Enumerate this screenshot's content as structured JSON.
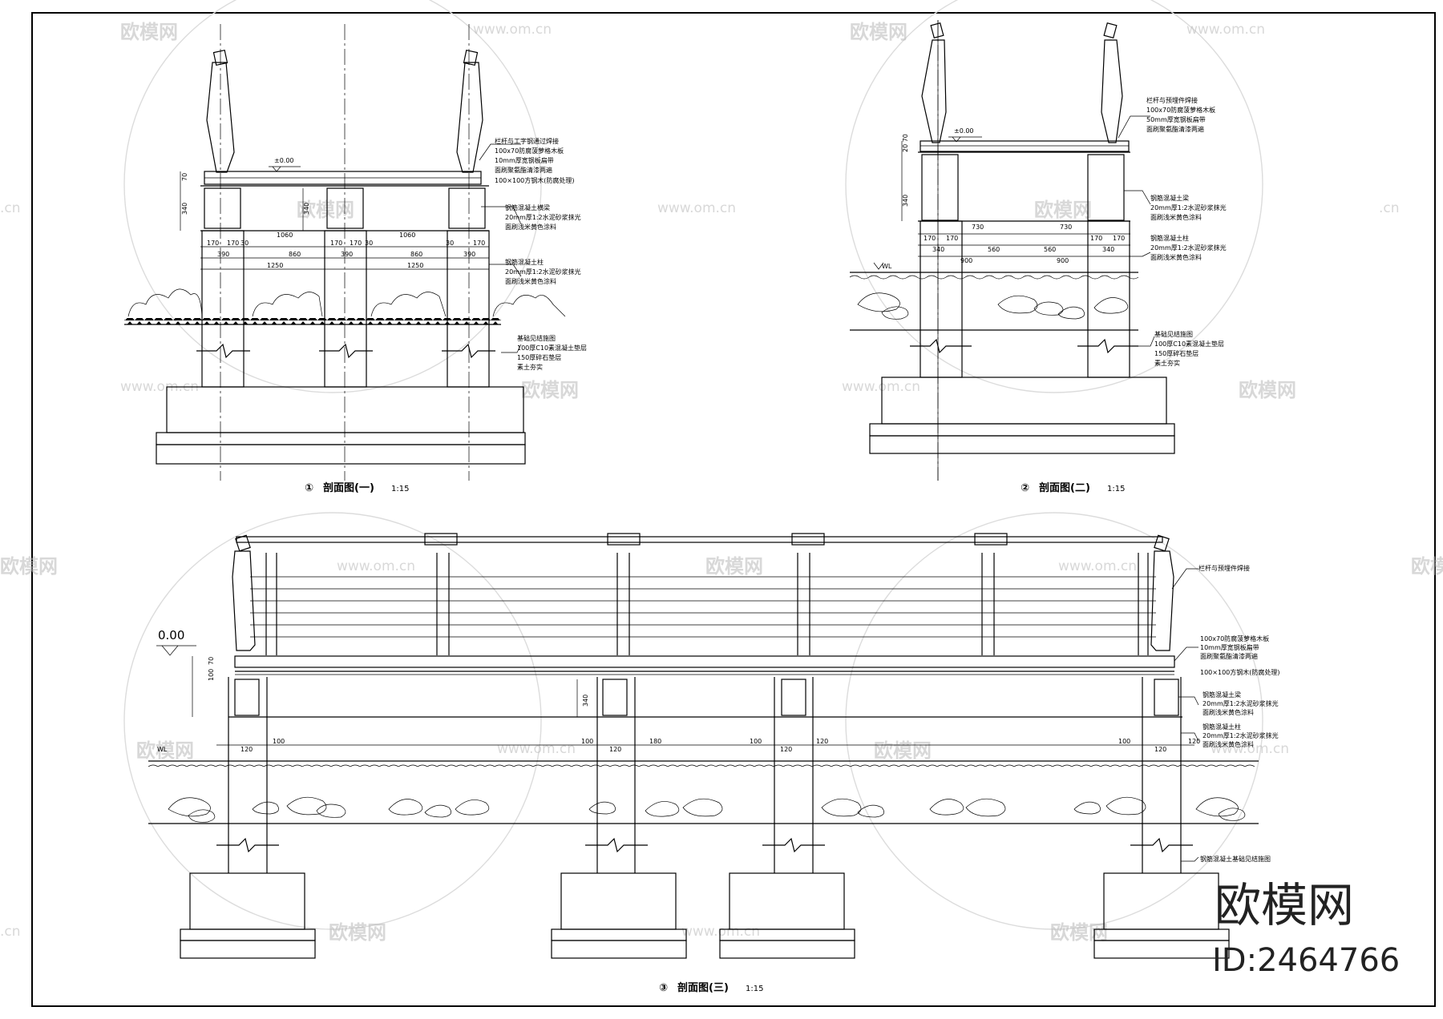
{
  "drawing": {
    "section_one": {
      "number": "①",
      "title": "剖面图(一)",
      "scale": "1:15",
      "elevation": "±0.00",
      "notes_upper": [
        "栏杆与工字钢通过焊接",
        "100x70防腐菠萝格木板",
        "10mm厚宽钢板扁带",
        "面刷聚氨酯清漆两遍",
        "100×100方钢木(防腐处理)"
      ],
      "notes_mid": [
        "钢筋混凝土横梁",
        "20mm厚1:2水泥砂浆抹光",
        "面刷浅米黄色涂料"
      ],
      "notes_col": [
        "钢筋混凝土柱",
        "20mm厚1:2水泥砂浆抹光",
        "面刷浅米黄色涂料"
      ],
      "notes_base": [
        "基础见结施图",
        "100厚C10素混凝土垫层",
        "150厚碎石垫层",
        "素土夯实"
      ],
      "dims_row1": [
        "170",
        "170",
        "30",
        "1060",
        "170",
        "170",
        "30",
        "1060",
        "30",
        "170"
      ],
      "dims_row2": [
        "390",
        "860",
        "390",
        "860",
        "390"
      ],
      "dims_row3": [
        "1250",
        "1250"
      ],
      "dims_vert": [
        "70",
        "340",
        "340"
      ]
    },
    "section_two": {
      "number": "②",
      "title": "剖面图(二)",
      "scale": "1:15",
      "elevation": "±0.00",
      "water": "WL",
      "notes_upper": [
        "栏杆与预埋件焊接",
        "100x70防腐菠萝格木板",
        "50mm厚宽钢板扁带",
        "面刷聚氨酯清漆两遍"
      ],
      "notes_mid": [
        "钢筋混凝土梁",
        "20mm厚1:2水泥砂浆抹光",
        "面刷浅米黄色涂料"
      ],
      "notes_col": [
        "钢筋混凝土柱",
        "20mm厚1:2水泥砂浆抹光",
        "面刷浅米黄色涂料"
      ],
      "notes_base": [
        "基础见结施图",
        "100厚C10素混凝土垫层",
        "150厚碎石垫层",
        "素土夯实"
      ],
      "dims_row1": [
        "730",
        "730"
      ],
      "dims_row2": [
        "170",
        "170",
        "170",
        "170"
      ],
      "dims_row3": [
        "340",
        "560",
        "560",
        "340"
      ],
      "dims_row4": [
        "900",
        "900"
      ],
      "dims_vert": [
        "20 70",
        "340"
      ]
    },
    "section_three": {
      "number": "③",
      "title": "剖面图(三)",
      "scale": "1:15",
      "elevation": "0.00",
      "water": "WL",
      "notes": [
        "栏杆与预埋件焊接",
        "100x70防腐菠萝格木板",
        "10mm厚宽钢板扁带",
        "面刷聚氨酯清漆两遍",
        "100×100方钢木(防腐处理)",
        "钢筋混凝土梁",
        "20mm厚1:2水泥砂浆抹光",
        "面刷浅米黄色涂料",
        "钢筋混凝土柱",
        "20mm厚1:2水泥砂浆抹光",
        "面刷浅米黄色涂料",
        "钢筋混凝土基础见结施图"
      ],
      "dims": [
        "100",
        "120",
        "100",
        "120",
        "100",
        "120",
        "100",
        "120",
        "120",
        "180",
        "120"
      ],
      "dims_vert": [
        "70",
        "100",
        "340"
      ]
    }
  },
  "watermark": {
    "logo_text": "欧模网",
    "url": "www.om.cn",
    "url_short": ".cn"
  },
  "brand": {
    "name": "欧模网",
    "id": "ID:2464766"
  }
}
